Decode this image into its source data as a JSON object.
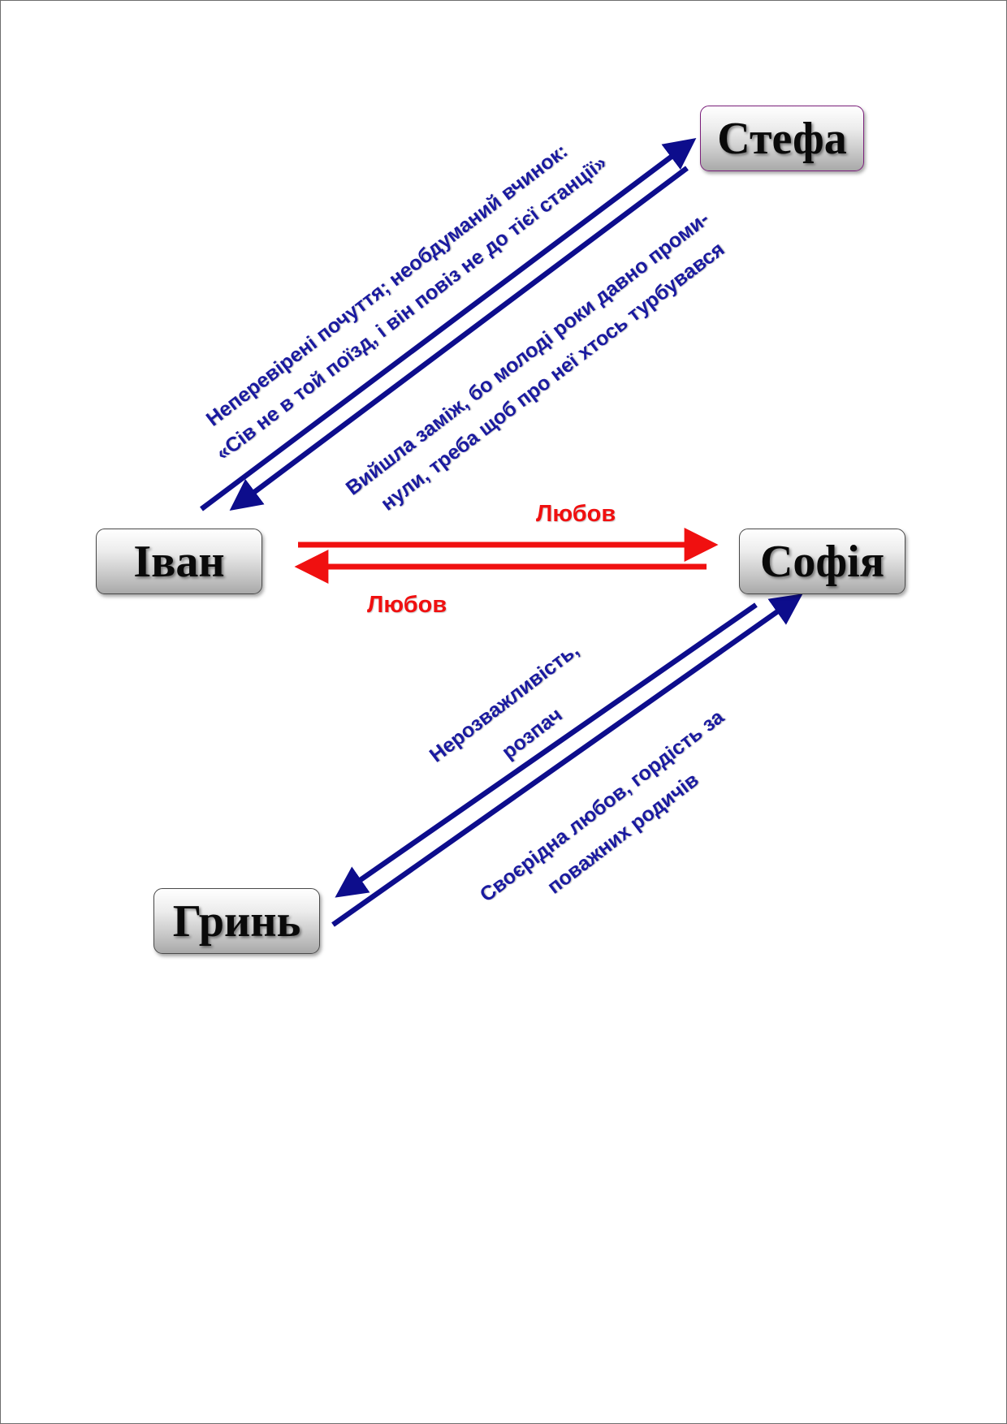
{
  "nodes": {
    "stefa": "Стефа",
    "ivan": "Іван",
    "sofia": "Софія",
    "hryn": "Гринь"
  },
  "relations": {
    "ivan_to_stefa": {
      "line1": "Неперевірені почуття; необдуманий вчинок:",
      "line2": "«Сів не в той поїзд, і він повіз не до тієї станції»"
    },
    "stefa_to_ivan": {
      "line1": "Вийшла заміж, бо молоді роки давно проми-",
      "line2": "нули, треба щоб про неї хтось турбувався"
    },
    "ivan_to_sofia": "Любов",
    "sofia_to_ivan": "Любов",
    "sofia_to_hryn": {
      "line1": "Нерозважливість,",
      "line2": "розпач"
    },
    "hryn_to_sofia": {
      "line1": "Своєрідна любов, гордість за",
      "line2": "поважних родичів"
    }
  },
  "colors": {
    "blue_arrow": "#0d0d8c",
    "red_arrow": "#f01010",
    "blue_text": "#1a1aa0",
    "red_text": "#f01010"
  }
}
